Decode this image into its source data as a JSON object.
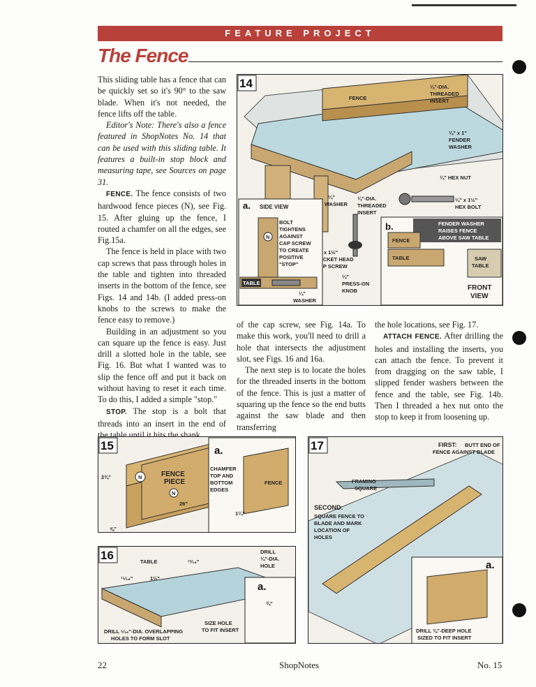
{
  "header": {
    "banner": "FEATURE PROJECT",
    "title": "The Fence"
  },
  "body": {
    "c1": [
      "This sliding table has a fence that can be quickly set so it's 90° to the saw blade. When it's not needed, the fence lifts off the table.",
      "Editor's Note: There's also a fence featured in ShopNotes No. 14 that can be used with this sliding table. It features a built-in stop block and measuring tape, see Sources on page 31.",
      "FENCE.",
      " The fence consists of two hardwood fence pieces (N), see Fig. 15. After gluing up the fence, I routed a chamfer on all the edges, see Fig.15a.",
      "The fence is held in place with two cap screws that pass through holes in the table and tighten into threaded inserts in the bottom of the fence, see Figs. 14 and 14b. (I added press-on knobs to the screws to make the fence easy to remove.)",
      "Building in an adjustment so you can square up the fence is easy. Just drill a slotted hole in the table, see Fig. 16. But what I wanted was to slip the fence off and put it back on without having to reset it each time. To do this, I added a simple \"stop.\"",
      "STOP.",
      " The stop is a bolt that threads into an insert in the end of the table until it hits the shank"
    ],
    "c2": [
      "of the cap screw, see Fig. 14a. To make this work, you'll need to drill a hole that intersects the adjustment slot, see Figs. 16 and 16a.",
      "The next step is to locate the holes for the threaded inserts in the bottom of the fence. This is just a matter of squaring up the fence so the end butts against the saw blade and then transferring"
    ],
    "c3": [
      "the hole locations, see Fig. 17.",
      "ATTACH FENCE.",
      " After drilling the holes and installing the inserts, you can attach the fence. To prevent it from dragging on the saw table, I slipped fender washers between the fence and the table, see Fig. 14b. Then I threaded a hex nut onto the stop to keep it from loosening up."
    ]
  },
  "fig14": {
    "num": "14",
    "fence": "FENCE",
    "threaded_insert": [
      "¼\"-DIA.",
      "THREADED",
      "INSERT"
    ],
    "fender_washer": [
      "¼\" x 1\"",
      "FENDER",
      "WASHER"
    ],
    "hex_nut": "¼\" HEX NUT",
    "hex_bolt": [
      "¼\" x 1½\"",
      "HEX BOLT"
    ],
    "washer": [
      "¼\"",
      "WASHER"
    ],
    "insert2": [
      "¼\"-DIA.",
      "THREADED",
      "INSERT"
    ],
    "socket": [
      "¼\" x 1½\"",
      "SOCKET HEAD",
      "CAP SCREW"
    ],
    "knob": [
      "¼\"",
      "PRESS-ON",
      "KNOB"
    ],
    "a_letter": "a.",
    "a_title": "SIDE VIEW",
    "a_note": [
      "BOLT",
      "TIGHTENS",
      "AGAINST",
      "CAP SCREW",
      "TO CREATE",
      "POSITIVE",
      "\"STOP\""
    ],
    "a_table": "TABLE",
    "a_washer": [
      "¼\"",
      "WASHER"
    ],
    "a_n": "N",
    "b_letter": "b.",
    "b_note": [
      "FENDER WASHER",
      "RAISES FENCE",
      "ABOVE SAW TABLE"
    ],
    "b_fence": "FENCE",
    "b_table": "TABLE",
    "b_saw": [
      "SAW",
      "TABLE"
    ],
    "b_front": [
      "FRONT",
      "VIEW"
    ]
  },
  "fig15": {
    "num": "15",
    "height": "2¾\"",
    "piece": [
      "FENCE",
      "PIECE"
    ],
    "n": "N",
    "length": "26\"",
    "thick": "⅝\"",
    "a_letter": "a.",
    "chamfer": [
      "CHAMFER",
      "TOP AND",
      "BOTTOM",
      "EDGES"
    ],
    "a_fence": "FENCE",
    "a_width": "1¼\""
  },
  "fig16": {
    "num": "16",
    "table": "TABLE",
    "d1": "¹³⁄₁₆\"",
    "d2": "¹⁵⁄₁₆\"",
    "d3": "1½\"",
    "drill": [
      "DRILL",
      "¼\"-DIA.",
      "HOLE"
    ],
    "slot": [
      "DRILL ⁵⁄₁₆\"-DIA. OVERLAPPING",
      "HOLES TO FORM SLOT"
    ],
    "a_letter": "a.",
    "a_dim": "¾\"",
    "size": [
      "SIZE HOLE",
      "TO FIT INSERT"
    ]
  },
  "fig17": {
    "num": "17",
    "first": [
      "FIRST:",
      "BUTT END OF",
      "FENCE AGAINST BLADE"
    ],
    "framing": [
      "FRAMING",
      "SQUARE"
    ],
    "second": [
      "SECOND:",
      "SQUARE FENCE TO",
      "BLADE AND MARK",
      "LOCATION OF",
      "HOLES"
    ],
    "a_letter": "a.",
    "a_note": [
      "DRILL ⅜\"-DEEP HOLE",
      "SIZED TO FIT INSERT"
    ]
  },
  "footer": {
    "page": "22",
    "mag": "ShopNotes",
    "issue": "No. 15"
  }
}
